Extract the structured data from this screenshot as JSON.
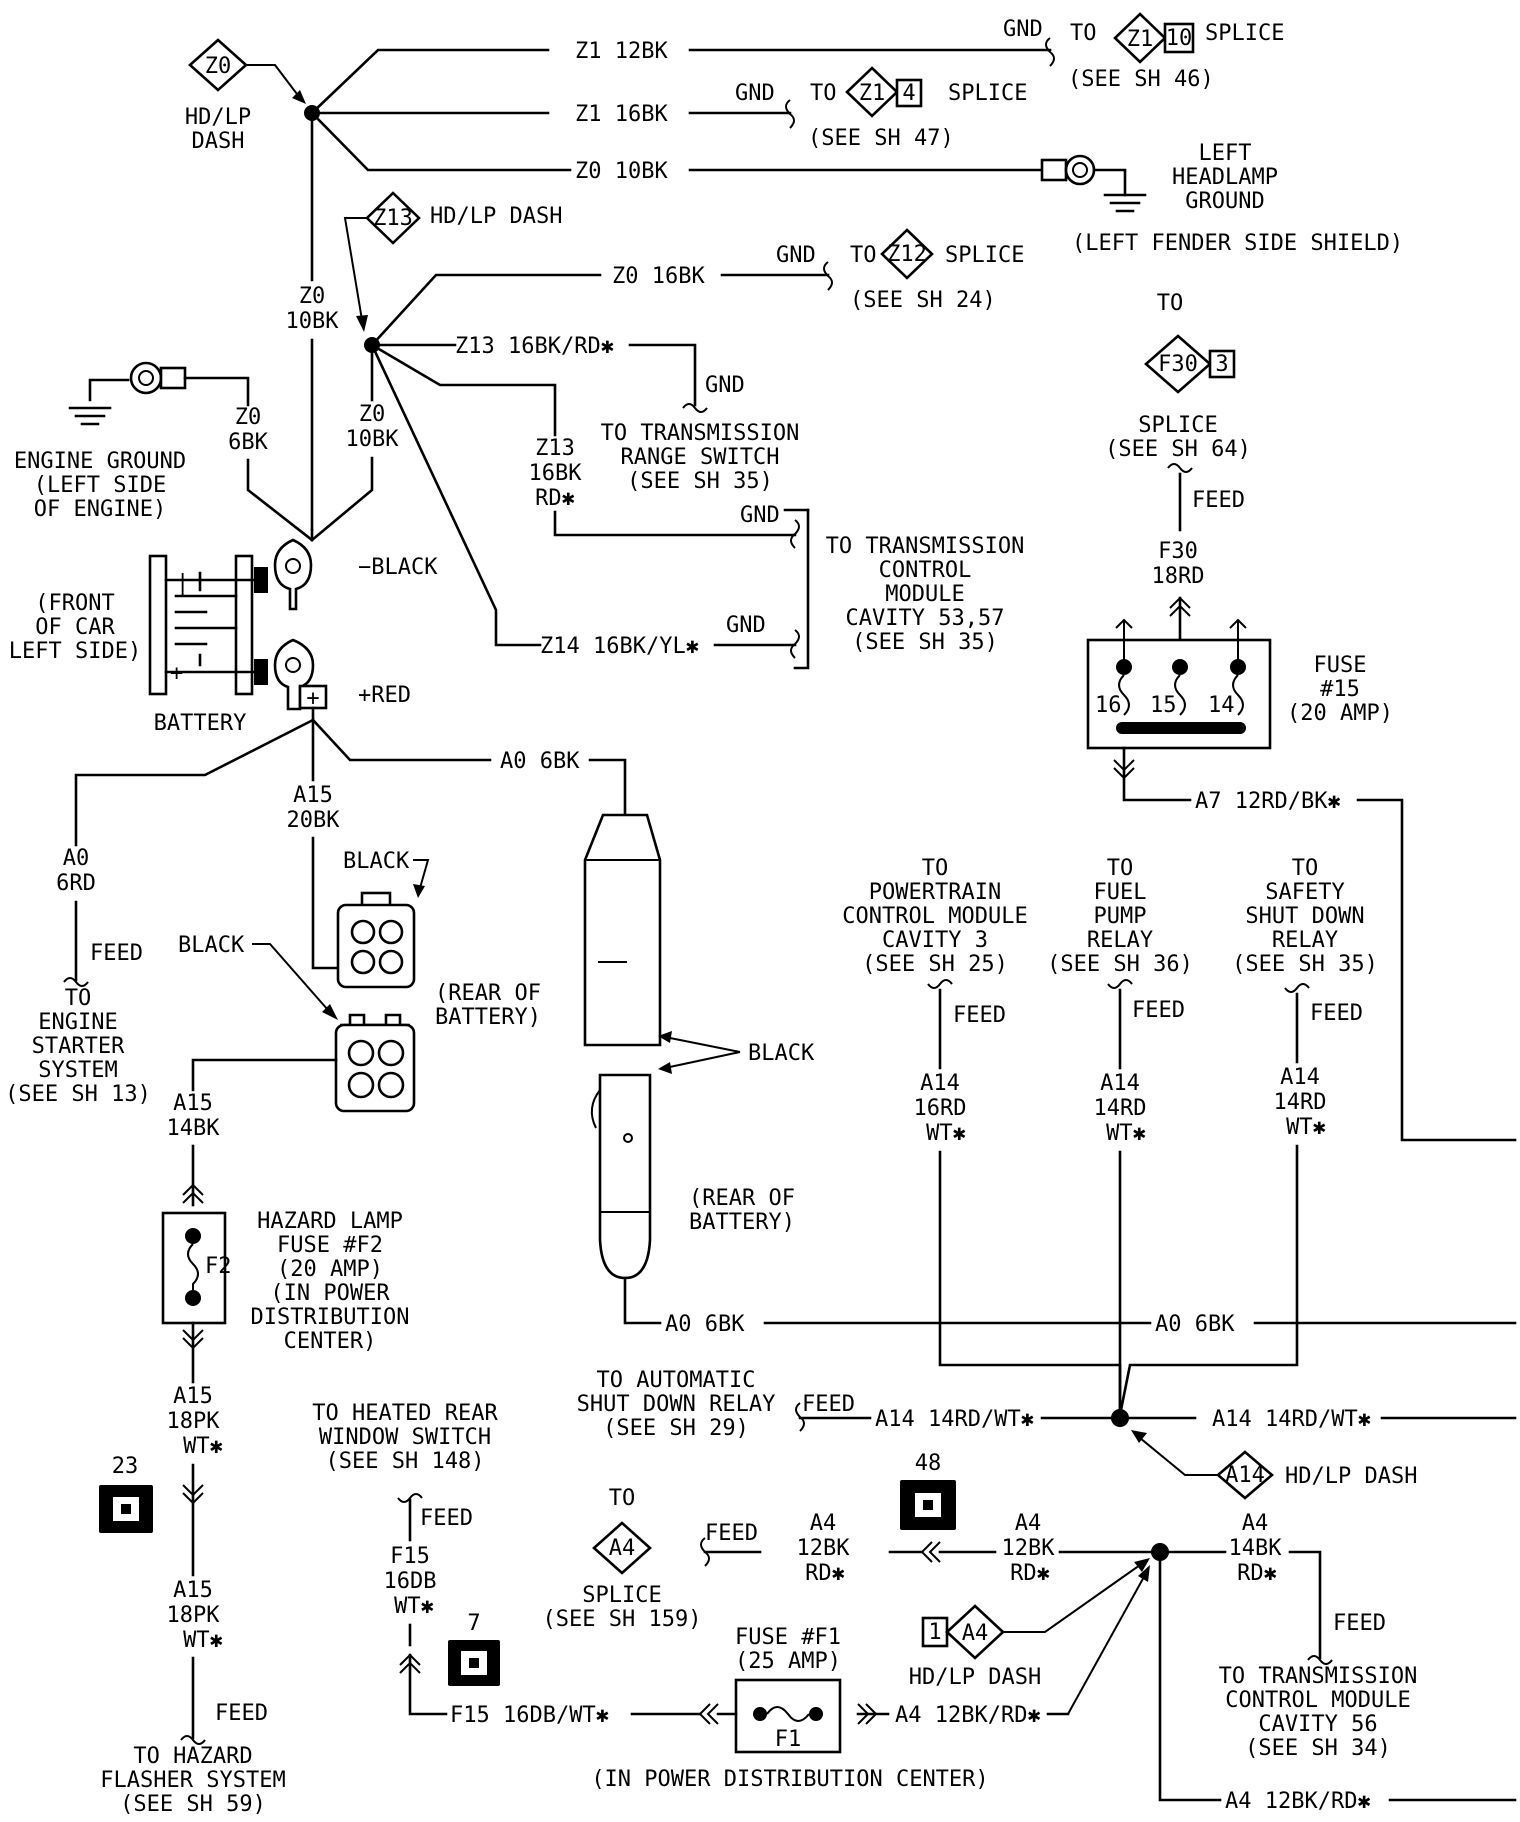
{
  "wires": {
    "z1_12bk": "Z1 12BK",
    "z1_16bk": "Z1 16BK",
    "z0_10bk_h": "Z0 10BK",
    "z0_16bk": "Z0 16BK",
    "z13_16bkrd": "Z13 16BK/RD✱",
    "z14": "Z14 16BK/YL✱",
    "a0_6bk": "A0 6BK",
    "a7": "A7 12RD/BK✱",
    "a14_main_left": "A14 14RD/WT✱",
    "a14_main_right": "A14 14RD/WT✱",
    "a4_12bkrd_fuse": "A4 12BK/RD✱",
    "a4_12bkrd_bottom": "A4 12BK/RD✱",
    "f15_16db": "F15 16DB/WT✱"
  },
  "labels": {
    "gnd": "GND",
    "to": "TO",
    "splice": "SPLICE",
    "feed": "FEED",
    "see_sh_46": "(SEE SH 46)",
    "see_sh_47": "(SEE SH 47)",
    "see_sh_24": "(SEE SH 24)",
    "hdlp": "HD/LP",
    "dash": "DASH",
    "hdlp_dash": "HD/LP DASH",
    "left_headlamp_1": "LEFT",
    "left_headlamp_2": "HEADLAMP",
    "left_headlamp_3": "GROUND",
    "left_fender": "(LEFT FENDER SIDE SHIELD)",
    "engine_ground_1": "ENGINE GROUND",
    "engine_ground_2": "(LEFT SIDE",
    "engine_ground_3": "OF ENGINE)",
    "z0": "Z0",
    "10bk": "10BK",
    "6bk": "6BK",
    "z13": "Z13",
    "16bk": "16BK",
    "rd_star": "RD✱",
    "trs_1": "TO TRANSMISSION",
    "trs_2": "RANGE SWITCH",
    "trs_3": "(SEE SH 35)",
    "tcm_1": "TO TRANSMISSION",
    "tcm_2": "CONTROL",
    "tcm_3": "MODULE",
    "tcm_4": "CAVITY 53,57",
    "tcm_5": "(SEE SH 35)",
    "minus_black": "−BLACK",
    "plus_red": "+RED",
    "front_1": "(FRONT",
    "front_2": "OF CAR",
    "front_3": "LEFT SIDE)",
    "battery": "BATTERY",
    "black": "BLACK",
    "rear_of_1": "(REAR OF",
    "rear_of_2": "BATTERY)",
    "a15": "A15",
    "20bk": "20BK",
    "14bk": "14BK",
    "18pk": "18PK",
    "wt_star": "WT✱",
    "a0": "A0",
    "6rd": "6RD",
    "starter_1": "ENGINE",
    "starter_2": "STARTER",
    "starter_3": "SYSTEM",
    "starter_4": "(SEE SH 13)",
    "hazard_fuse_1": "HAZARD LAMP",
    "hazard_fuse_2": "FUSE #F2",
    "hazard_fuse_3": "(20 AMP)",
    "hazard_fuse_4": "(IN POWER",
    "hazard_fuse_5": "DISTRIBUTION",
    "hazard_fuse_6": "CENTER)",
    "f2": "F2",
    "conn_23": "23",
    "conn_48": "48",
    "conn_7": "7",
    "hazard_sys_1": "TO HAZARD",
    "hazard_sys_2": "FLASHER SYSTEM",
    "hazard_sys_3": "(SEE SH 59)",
    "heated_1": "TO HEATED REAR",
    "heated_2": "WINDOW SWITCH",
    "heated_3": "(SEE SH 148)",
    "f15": "F15",
    "16db": "16DB",
    "f30": "F30",
    "f30_box": "F30",
    "splice_sh64": "(SEE SH 64)",
    "18rd": "18RD",
    "fuse15_1": "FUSE",
    "fuse15_2": "#15",
    "fuse15_3": "(20 AMP)",
    "pin16": "16",
    "pin15": "15",
    "pin14": "14",
    "pcm_1": "POWERTRAIN",
    "pcm_2": "CONTROL MODULE",
    "pcm_3": "CAVITY 3",
    "pcm_4": "(SEE SH 25)",
    "fpr_1": "FUEL",
    "fpr_2": "PUMP",
    "fpr_3": "RELAY",
    "fpr_4": "(SEE SH 36)",
    "ssd_1": "SAFETY",
    "ssd_2": "SHUT DOWN",
    "ssd_3": "RELAY",
    "ssd_4": "(SEE SH 35)",
    "a14": "A14",
    "16rd": "16RD",
    "14rd": "14RD",
    "asd_1": "TO AUTOMATIC",
    "asd_2": "SHUT DOWN RELAY",
    "asd_3": "(SEE SH 29)",
    "a4": "A4",
    "12bk": "12BK",
    "splice_sh159": "(SEE SH 159)",
    "fuse_f1_1": "FUSE #F1",
    "fuse_f1_2": "(25 AMP)",
    "f1": "F1",
    "pdc": "(IN POWER DISTRIBUTION CENTER)",
    "tcm56_1": "TO TRANSMISSION",
    "tcm56_2": "CONTROL MODULE",
    "tcm56_3": "CAVITY 56",
    "tcm56_4": "(SEE SH 34)",
    "pin1": "1"
  },
  "diamonds": {
    "z0": "Z0",
    "z1": "Z1",
    "z13": "Z13",
    "z12": "Z12",
    "f30": "F30",
    "a14": "A14",
    "a4": "A4"
  },
  "pins": {
    "z1_10": "10",
    "z1_4": "4",
    "f30_3": "3"
  }
}
